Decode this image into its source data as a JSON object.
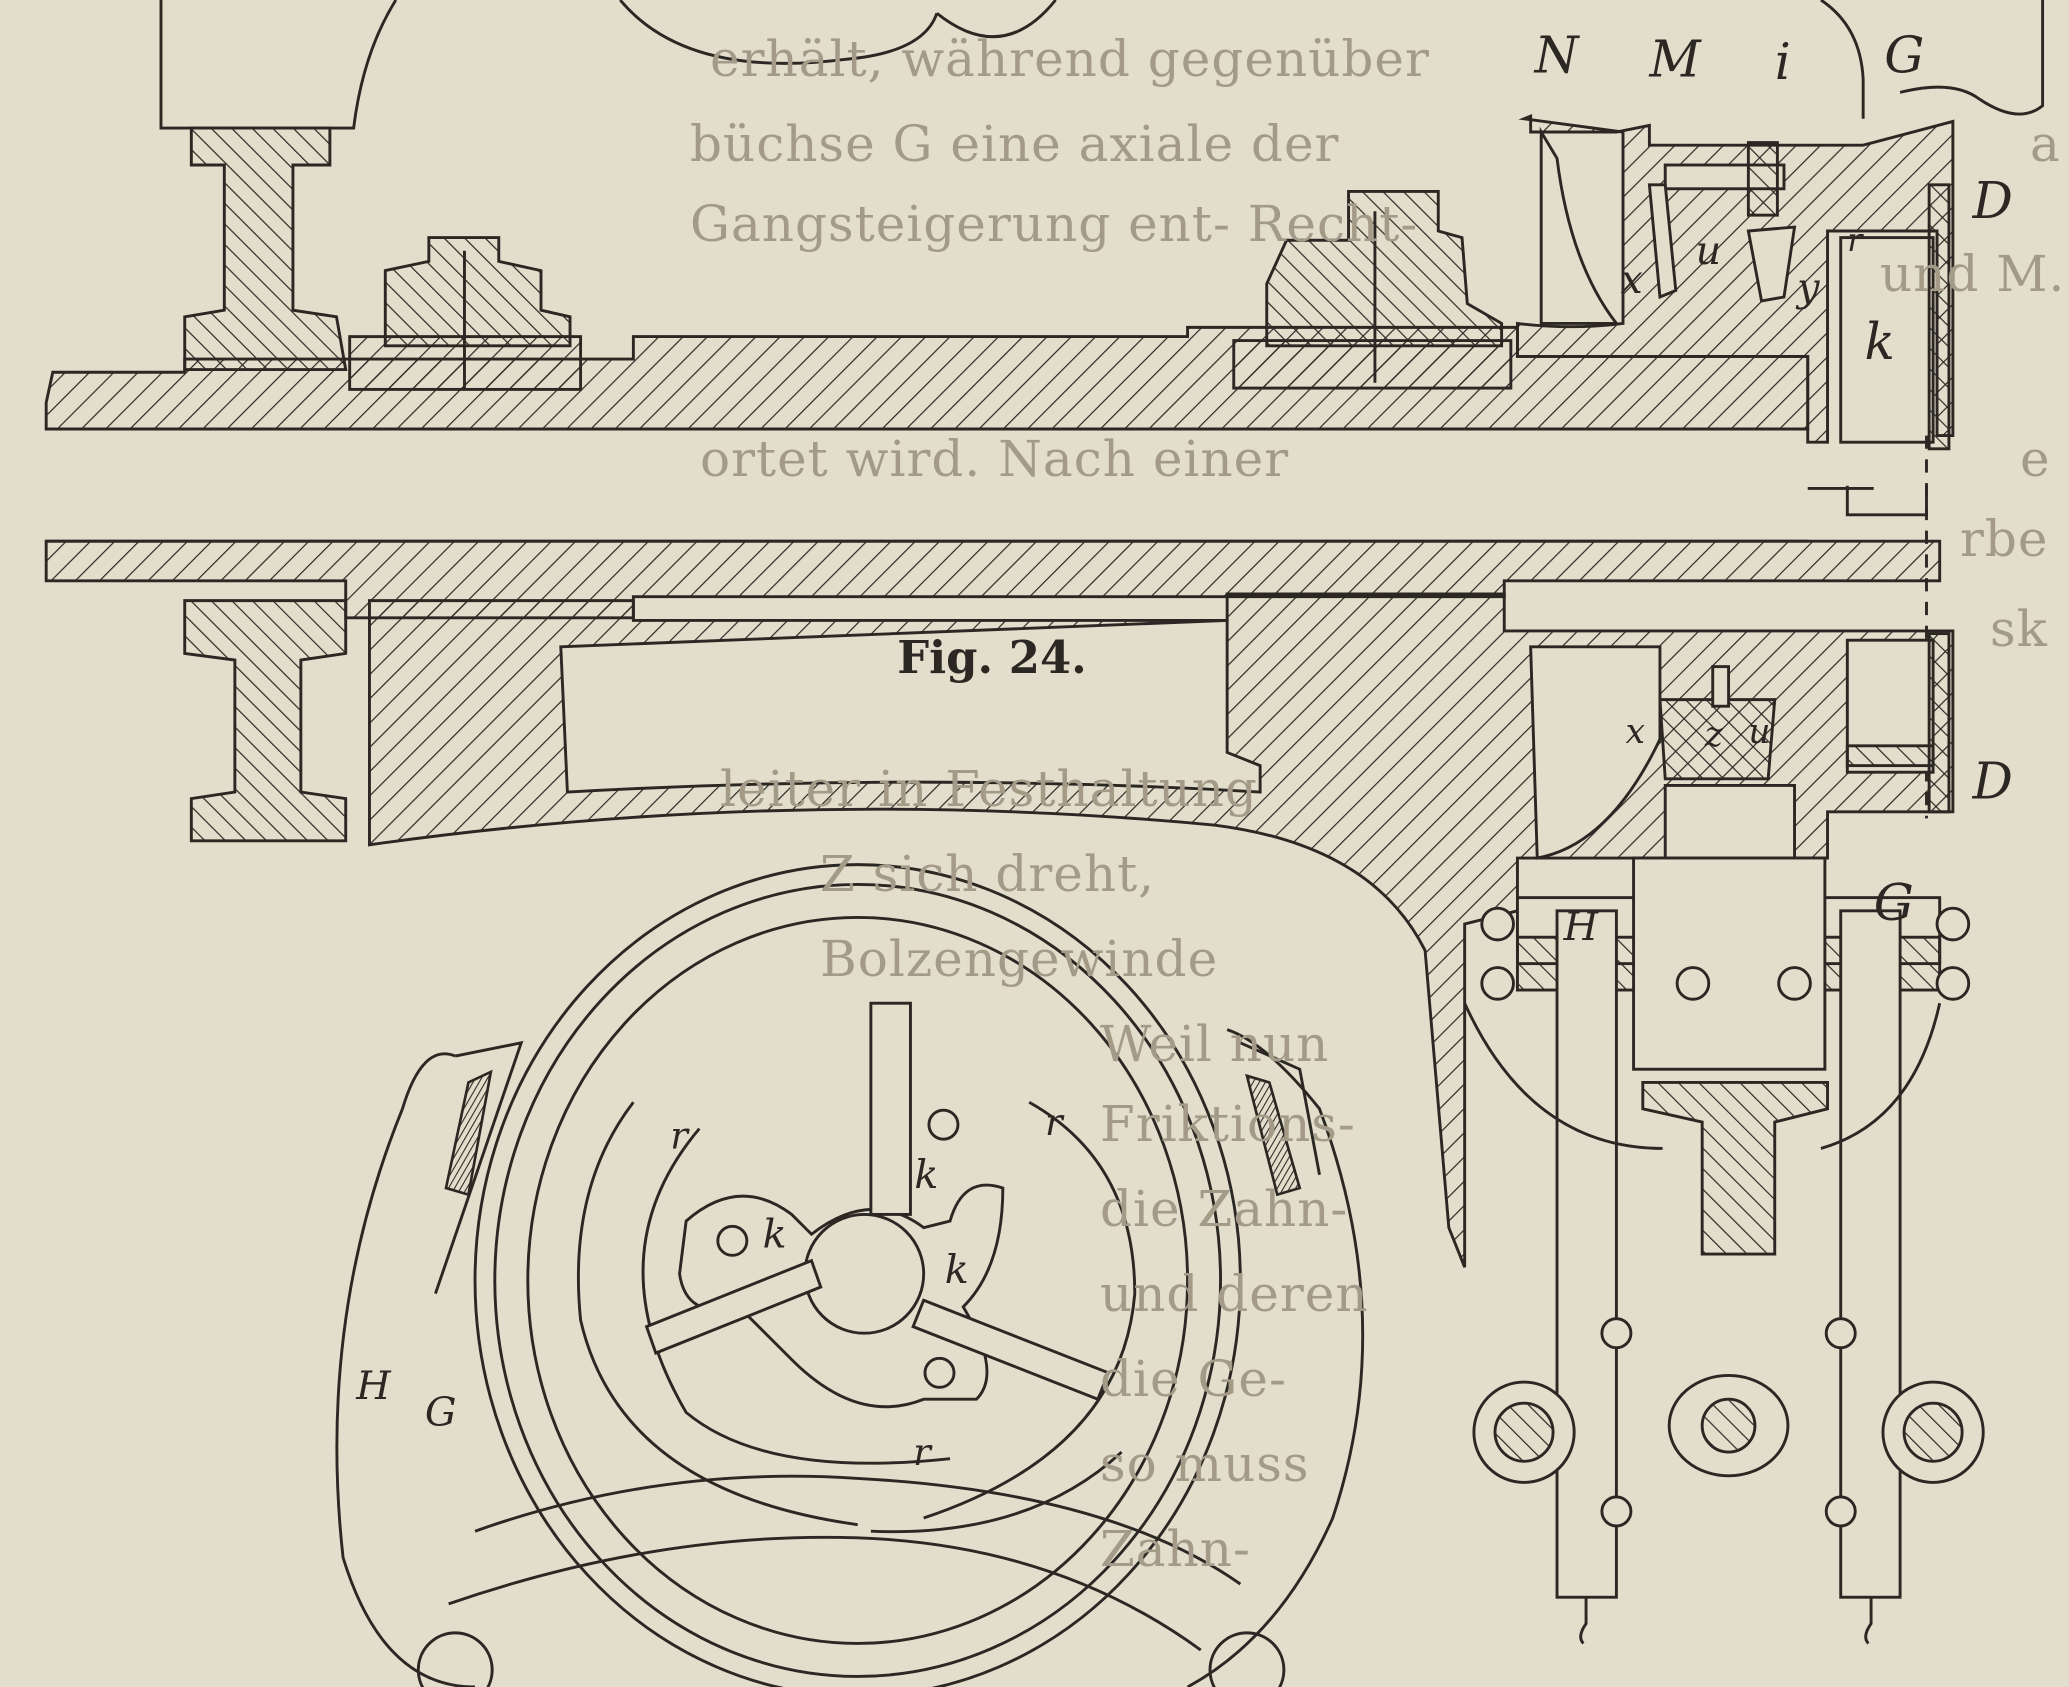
{
  "figure": {
    "caption": "Fig. 24.",
    "labels": {
      "N": "N",
      "M": "M",
      "i": "i",
      "G_top": "G",
      "D_top": "D",
      "u_top": "u",
      "x_top": "x",
      "y_top": "y",
      "r_top": "r",
      "k_top": "k",
      "x_low": "x",
      "z_low": "z",
      "u_low": "u",
      "D_low": "D",
      "G_low": "G",
      "H_low": "H",
      "r_chuck_left": "r",
      "r_chuck_right": "r",
      "r_chuck_bottom": "r",
      "k_chuck_top": "k",
      "k_chuck_left": "k",
      "k_chuck_right": "k",
      "H_left": "H",
      "G_left": "G"
    }
  },
  "background_text": {
    "middle_column": [
      "erhält, während gegenüber",
      "büchse G eine axiale der",
      "Gangsteigerung ent- Recht-",
      "ortet wird. Nach einer",
      "leiter in Festhaltung",
      "Z sich dreht,",
      "Bolzengewinde",
      "Weil nun",
      "Friktions-",
      "die Zahn-",
      "und deren",
      "die Ge-",
      "so muss",
      "Zahn-"
    ],
    "right_column": [
      "a",
      "und M.",
      "e",
      "rbe",
      "sk"
    ]
  }
}
